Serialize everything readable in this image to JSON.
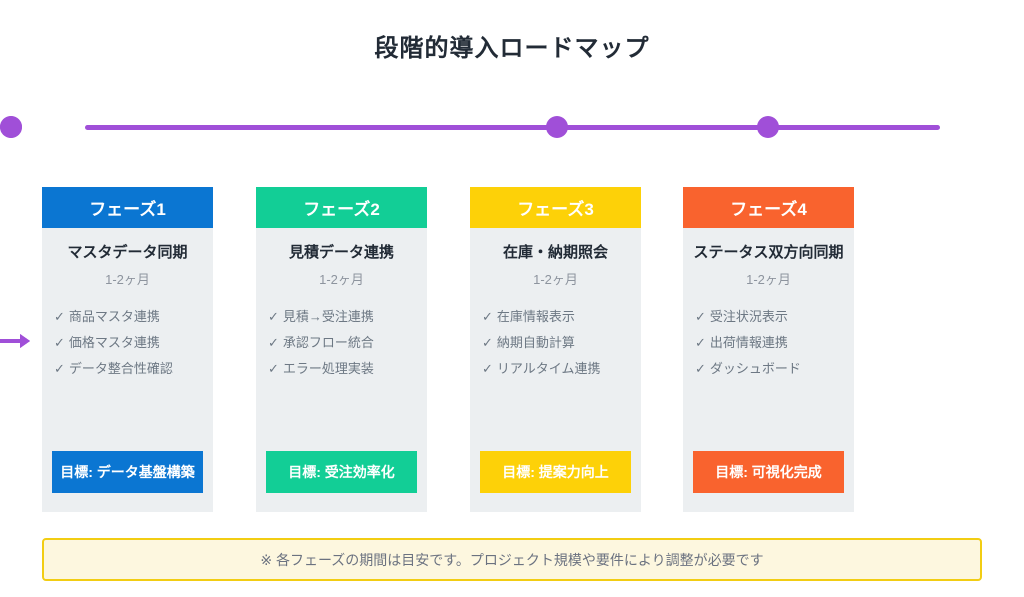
{
  "title": "段階的導入ロードマップ",
  "glyphs": {
    "check": "✓"
  },
  "colors": {
    "phase1": "#0b76d2",
    "phase2": "#12ce96",
    "phase3": "#fdd108",
    "phase4": "#f9632e",
    "timeline": "#a04fd8",
    "card_bg": "#eceff1",
    "note_bg": "#fdf7df",
    "note_border": "#f2cd13"
  },
  "phases": [
    {
      "header": "フェーズ1",
      "name": "マスタデータ同期",
      "duration": "1-2ヶ月",
      "items": [
        "商品マスタ連携",
        "価格マスタ連携",
        "データ整合性確認"
      ],
      "goal": "目標: データ基盤構築",
      "color": "#0b76d2"
    },
    {
      "header": "フェーズ2",
      "name": "見積データ連携",
      "duration": "1-2ヶ月",
      "items": [
        "見積→受注連携",
        "承認フロー統合",
        "エラー処理実装"
      ],
      "goal": "目標: 受注効率化",
      "color": "#12ce96"
    },
    {
      "header": "フェーズ3",
      "name": "在庫・納期照会",
      "duration": "1-2ヶ月",
      "items": [
        "在庫情報表示",
        "納期自動計算",
        "リアルタイム連携"
      ],
      "goal": "目標: 提案力向上",
      "color": "#fdd108"
    },
    {
      "header": "フェーズ4",
      "name": "ステータス双方向同期",
      "duration": "1-2ヶ月",
      "items": [
        "受注状況表示",
        "出荷情報連携",
        "ダッシュボード"
      ],
      "goal": "目標: 可視化完成",
      "color": "#f9632e"
    }
  ],
  "footnote": "※ 各フェーズの期間は目安です。プロジェクト規模や要件により調整が必要です"
}
